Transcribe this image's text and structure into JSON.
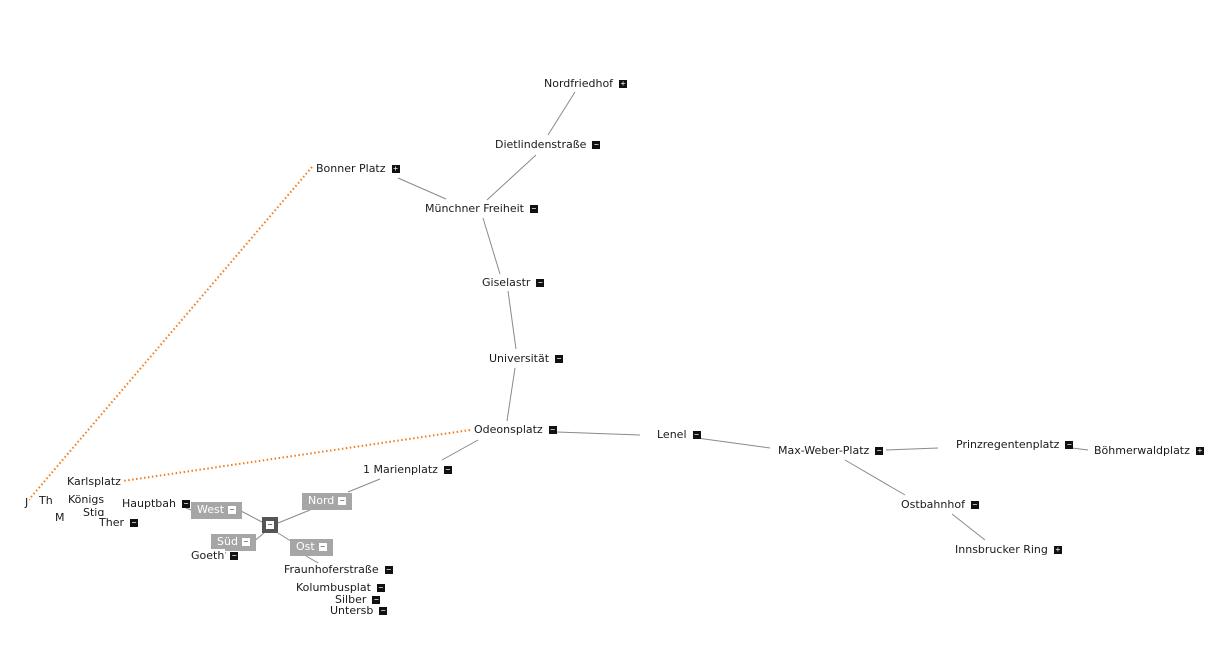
{
  "colors": {
    "edge": "#8a8a8a",
    "highlight_link": "#f07b1a",
    "direction_box": "#a6a6a6",
    "hub": "#555555"
  },
  "icons": {
    "expanded": "minus-toggle-icon",
    "collapsed": "plus-toggle-icon"
  },
  "nodes": {
    "nordfriedhof": {
      "label": "Nordfriedhof",
      "toggle": "+"
    },
    "dietlindenstrasse": {
      "label": "Dietlindenstraße",
      "toggle": "−"
    },
    "bonner_platz": {
      "label": "Bonner Platz",
      "toggle": "+"
    },
    "muenchner_freiheit": {
      "label": "Münchner Freiheit",
      "toggle": "−"
    },
    "giselastr": {
      "label": "Giselastr",
      "toggle": "−"
    },
    "universitaet": {
      "label": "Universität",
      "toggle": "−"
    },
    "odeonsplatz": {
      "label": "Odeonsplatz",
      "toggle": "−"
    },
    "lenel": {
      "label": "Lenel",
      "toggle": "−"
    },
    "max_weber_platz": {
      "label": "Max-Weber-Platz",
      "toggle": "−"
    },
    "prinzregentenplatz": {
      "label": "Prinzregentenplatz",
      "toggle": "−"
    },
    "boehmerwaldplatz": {
      "label": "Böhmerwaldplatz",
      "toggle": "+"
    },
    "ostbahnhof": {
      "label": "Ostbahnhof",
      "toggle": "−"
    },
    "innsbrucker_ring": {
      "label": "Innsbrucker Ring",
      "toggle": "+"
    },
    "marienplatz": {
      "label": "1 Marienplatz",
      "toggle": "−"
    },
    "karlsplatz": {
      "label": "Karlsplatz"
    },
    "koenigs": {
      "label": "Königs"
    },
    "stig": {
      "label": "Stig"
    },
    "m_partial": {
      "label": "M"
    },
    "hauptbah": {
      "label": "Hauptbah",
      "toggle": "−"
    },
    "ther": {
      "label": "Ther",
      "toggle": "−"
    },
    "th": {
      "label": "Th"
    },
    "j": {
      "label": "J"
    },
    "goeth": {
      "label": "Goeth",
      "toggle": "−"
    },
    "fraunhoferstrasse": {
      "label": "Fraunhoferstraße",
      "toggle": "−"
    },
    "kolumbusplat": {
      "label": "Kolumbusplat",
      "toggle": "−"
    },
    "silber": {
      "label": "Silber",
      "toggle": "−"
    },
    "untersb": {
      "label": "Untersb",
      "toggle": "−"
    }
  },
  "directions": {
    "west": {
      "label": "West",
      "toggle": "−"
    },
    "nord": {
      "label": "Nord",
      "toggle": "−"
    },
    "sued": {
      "label": "Süd",
      "toggle": "−"
    },
    "ost": {
      "label": "Ost",
      "toggle": "−"
    },
    "hub": {
      "toggle": "−"
    }
  }
}
